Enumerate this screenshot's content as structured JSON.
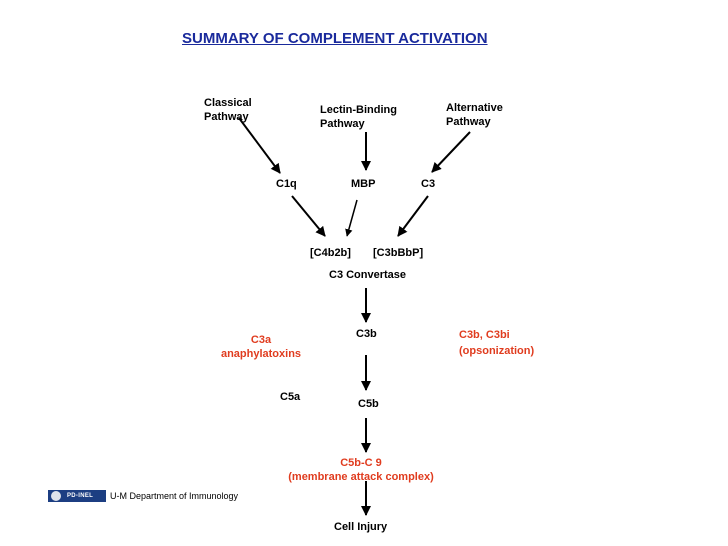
{
  "title": "SUMMARY OF COMPLEMENT ACTIVATION",
  "pathways": {
    "classical": [
      "Classical",
      "Pathway"
    ],
    "lectin": [
      "Lectin-Binding",
      "Pathway"
    ],
    "alternative": [
      "Alternative",
      "Pathway"
    ]
  },
  "initiators": {
    "c1q": "C1q",
    "mbp": "MBP",
    "c3": "C3"
  },
  "convertase": {
    "classical": "[C4b2b]",
    "alternative": "[C3bBbP]",
    "label": "C3 Convertase"
  },
  "products": {
    "c3b": "C3b",
    "c3a": [
      "C3a",
      "anaphylatoxins"
    ],
    "opsonization": [
      "C3b, C3bi",
      "(opsonization)"
    ],
    "c5a": "C5a",
    "c5b": "C5b",
    "mac": [
      "C5b-C 9",
      "(membrane attack complex)"
    ],
    "outcome": "Cell Injury"
  },
  "footer": {
    "department": "U-M Department of Immunology",
    "logo_text": "PD-INEL"
  },
  "colors": {
    "title": "#1a2a9c",
    "highlight": "#e03c1f",
    "text": "#000000"
  }
}
